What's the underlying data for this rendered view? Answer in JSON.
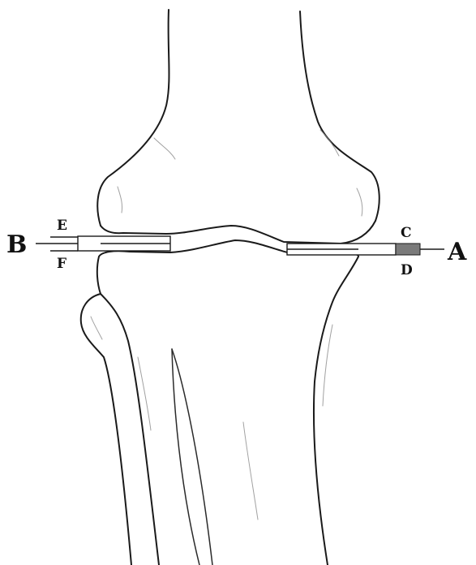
{
  "labels": {
    "a": "A",
    "b": "B",
    "c": "C",
    "d": "D",
    "e": "E",
    "f": "F"
  },
  "colors": {
    "ink": "#1a1a1a",
    "shading": "#8a8a8a",
    "paper": "#ffffff"
  }
}
